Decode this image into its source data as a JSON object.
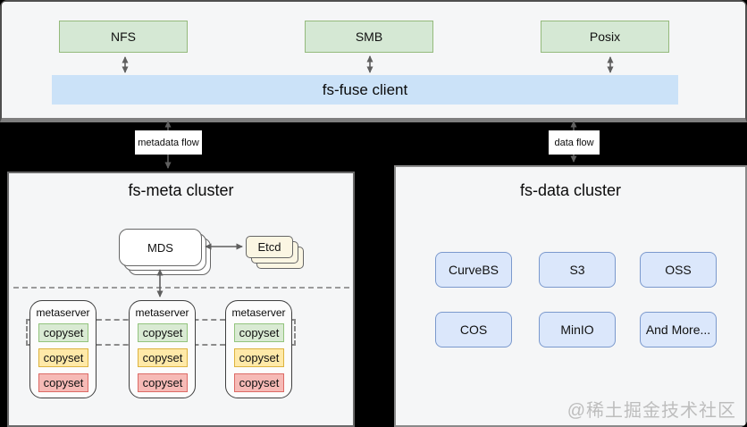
{
  "top_panel": {
    "protocols": [
      {
        "label": "NFS"
      },
      {
        "label": "SMB"
      },
      {
        "label": "Posix"
      }
    ],
    "client_bar_label": "fs-fuse client"
  },
  "flow_labels": {
    "metadata": "metadata flow",
    "data": "data flow"
  },
  "meta_cluster": {
    "title": "fs-meta cluster",
    "mds_label": "MDS",
    "etcd_label": "Etcd",
    "metaservers": [
      {
        "label": "metaserver",
        "copysets": [
          "copyset",
          "copyset",
          "copyset"
        ]
      },
      {
        "label": "metaserver",
        "copysets": [
          "copyset",
          "copyset",
          "copyset"
        ]
      },
      {
        "label": "metaserver",
        "copysets": [
          "copyset",
          "copyset",
          "copyset"
        ]
      }
    ]
  },
  "data_cluster": {
    "title": "fs-data cluster",
    "backends": [
      {
        "label": "CurveBS"
      },
      {
        "label": "S3"
      },
      {
        "label": "OSS"
      },
      {
        "label": "COS"
      },
      {
        "label": "MinIO"
      },
      {
        "label": "And More..."
      }
    ]
  },
  "watermark": "@稀土掘金技术社区",
  "colors": {
    "canvas_bg": "#000000",
    "panel_fill": "#f5f6f7",
    "protocol_fill": "#d5e8d4",
    "protocol_border": "#94ba7c",
    "client_bar_fill": "#cbe2f8",
    "backend_fill": "#dbe7fb",
    "backend_border": "#7b99cd",
    "etcd_fill": "#fbf6e3",
    "copyset_green_fill": "#d9ead3",
    "copyset_green_border": "#93c47d",
    "copyset_yellow_fill": "#ffe9a8",
    "copyset_yellow_border": "#ddb33f",
    "copyset_red_fill": "#f6bab6",
    "copyset_red_border": "#dd6b66",
    "arrow": "#5f5f5f"
  }
}
